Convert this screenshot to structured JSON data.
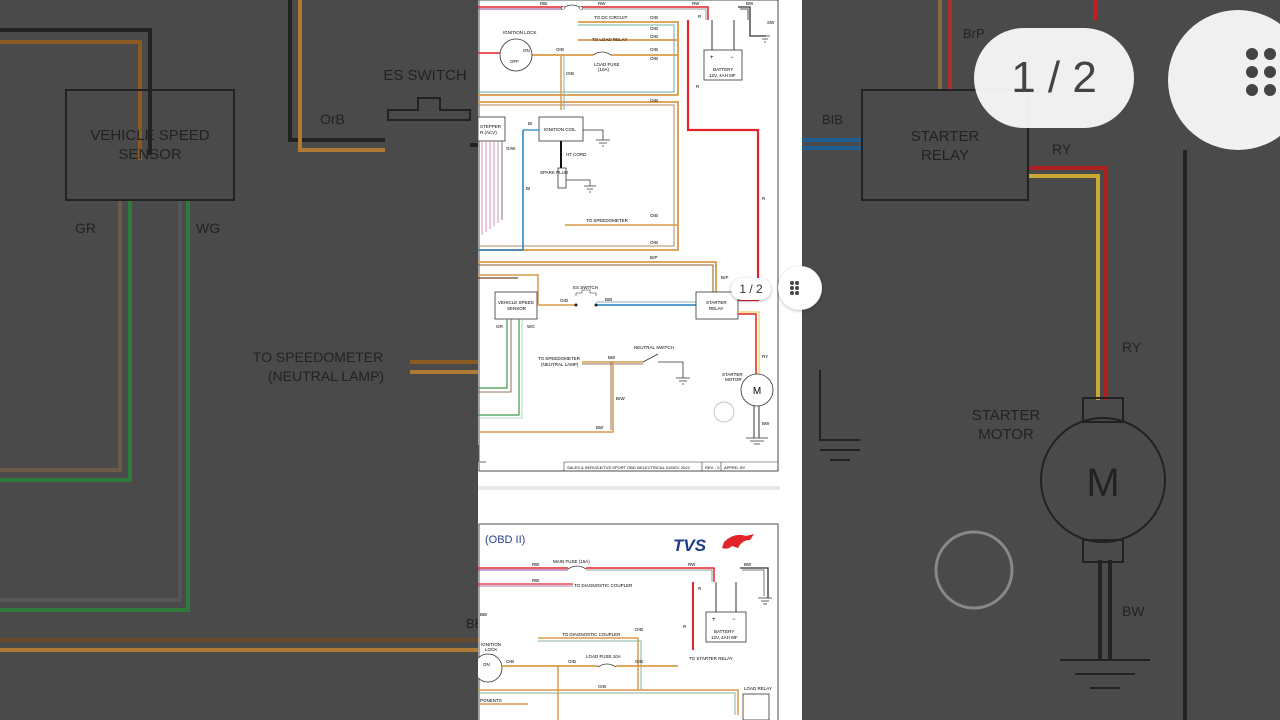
{
  "viewer": {
    "page_indicator": "1 / 2",
    "menu_icon": "dots-grid-icon"
  },
  "page1": {
    "labels": {
      "rbi": "RBI",
      "rw_top": "RW",
      "bw_top": "BW",
      "sw": "SW",
      "orb": "OrB",
      "r": "R",
      "to_dc_circuit": "TO DC CIRCUIT",
      "to_load_relay": "TO LOAD RELAY",
      "ignition_lock": "IGNITION LOCK",
      "on": "ON",
      "off": "OFF",
      "load_fuse": "LOAD FUSE",
      "load_fuse_rating": "(10A)",
      "battery": "BATTERY",
      "battery_spec": "12V, 4AH MF",
      "stepper_line1": "STEPPER",
      "stepper_line2": "R (ACV)",
      "ignition_coil": "IGNITION COIL",
      "bi": "BI",
      "grw": "GrW",
      "ht_cord": "HT CORD",
      "spark_plug": "SPARK PLUG",
      "to_speedometer": "TO SPEEDOMETER",
      "brp": "BrP",
      "bib": "BIB",
      "es_switch": "ES SWITCH",
      "vehicle_speed_sensor_line1": "VEHICLE SPEED",
      "vehicle_speed_sensor_line2": "SENSOR",
      "starter_relay_line1": "STARTER",
      "starter_relay_line2": "RELAY",
      "gr": "GR",
      "wg": "WG",
      "ry": "RY",
      "neutral_switch": "NEUTRAL SWITCH",
      "to_speedometer_neutral_line1": "TO SPEEDOMETER",
      "to_speedometer_neutral_line2": "(NEUTRAL LAMP)",
      "bw": "BW",
      "brw": "BrW",
      "starter_motor_line1": "STARTER",
      "starter_motor_line2": "MOTOR",
      "m": "M",
      "footer_title": "SALES & SERVICE/TVS SPORT OBD II/ELECTRICAL 01/DEC 2022",
      "footer_rev": "REV. : 0",
      "footer_apprd": "APPRD. BY"
    }
  },
  "page2": {
    "labels": {
      "title_suffix": "(OBD II)",
      "brand": "TVS",
      "main_fuse": "MAIN FUSE (15A)",
      "rbi": "RBI",
      "rw": "RW",
      "bw": "BW",
      "rbi2": "RBI",
      "to_diagnostic_coupler": "TO DIAGNOSTIC COUPLER",
      "battery": "BATTERY",
      "battery_spec": "12V, 4AH MF",
      "to_starter_relay": "TO STARTER RELAY",
      "to_diagnostic_coupler2": "TO DIAGNOSTIC COUPLER",
      "ignition_lock_line1": "IGNITION",
      "ignition_lock_line2": "LOCK",
      "on": "ON",
      "orb": "OrB",
      "load_fuse": "LOAD FUSE 10A",
      "ponents": "PONENTS",
      "load_relay": "LOAD RELAY",
      "r": "R",
      "bbr": "BBr"
    }
  },
  "background": {
    "labels": {
      "es_switch": "ES SWITCH",
      "vehicle_speed_line1": "VEHICLE SPEED",
      "vehicle_speed_line2": "SENSOR",
      "orb": "OrB",
      "gr": "GR",
      "wg": "WG",
      "to_speedometer_line1": "TO SPEEDOMETER",
      "to_speedometer_line2": "(NEUTRAL LAMP)",
      "bbr": "BBr",
      "brp": "BrP",
      "bib": "BIB",
      "starter_relay_line1": "STARTER",
      "starter_relay_line2": "RELAY",
      "ry": "RY",
      "ry2": "RY",
      "starter_motor_line1": "STARTER",
      "starter_motor_line2": "MOTOR",
      "m": "M",
      "bw": "BW"
    },
    "page_indicator": "1 / 2"
  },
  "colors": {
    "orange": "#d99a48",
    "red": "#e0242a",
    "blue": "#1f7fbf",
    "green": "#3a9a4a",
    "brown": "#6b4a2a",
    "pink": "#d98fb8",
    "yellow": "#e8c640"
  }
}
